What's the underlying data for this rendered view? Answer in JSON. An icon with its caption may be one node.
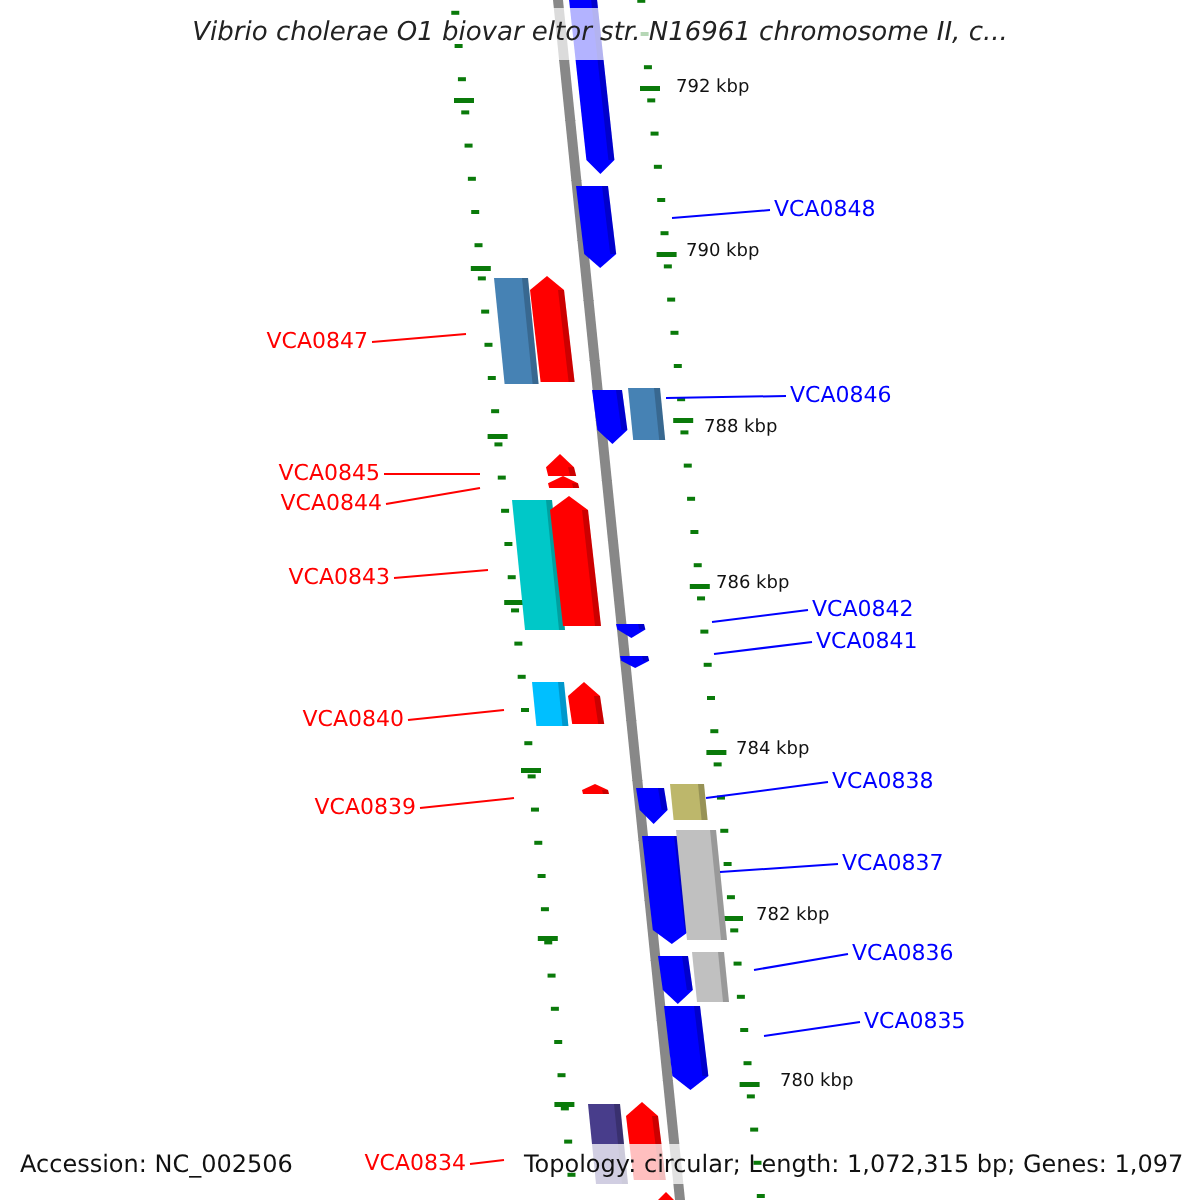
{
  "diagram": {
    "title": "Vibrio cholerae O1 biovar eltor str. N16961 chromosome II, c...",
    "nodes": [
      {
        "text": [
          "VCA0848"
        ]
      },
      {
        "text": [
          "VCA0847"
        ]
      },
      {
        "text": [
          "VCA0846"
        ]
      },
      {
        "text": [
          "VCA0845"
        ]
      },
      {
        "text": [
          "VCA0844"
        ]
      },
      {
        "text": [
          "VCA0843"
        ]
      },
      {
        "text": [
          "VCA0842"
        ]
      },
      {
        "text": [
          "VCA0841"
        ]
      },
      {
        "text": [
          "VCA0840"
        ]
      },
      {
        "text": [
          "VCA0839"
        ]
      },
      {
        "text": [
          "VCA0838"
        ]
      },
      {
        "text": [
          "VCA0837"
        ]
      },
      {
        "text": [
          "VCA0836"
        ]
      },
      {
        "text": [
          "VCA0835"
        ]
      },
      {
        "text": [
          "VCA0834"
        ]
      },
      {
        "text": [],
        "shape": "box"
      },
      {
        "text": [],
        "shape": "box"
      },
      {
        "text": [],
        "shape": "box"
      }
    ],
    "edges": [
      {
        "from": 0,
        "to": null,
        "arrow": "none"
      },
      {
        "from": 1,
        "to": null,
        "arrow": "none",
        "color": "#ff0000"
      },
      {
        "from": 2,
        "to": 15,
        "arrow": "none"
      },
      {
        "from": 3,
        "to": null,
        "arrow": "none",
        "color": "#ff0000"
      },
      {
        "from": 4,
        "to": null,
        "arrow": "none",
        "color": "#ff0000"
      },
      {
        "from": 5,
        "to": null,
        "arrow": "none",
        "color": "#ff0000"
      },
      {
        "from": 6,
        "to": null,
        "arrow": "none"
      },
      {
        "from": 7,
        "to": null,
        "arrow": "none"
      },
      {
        "from": 8,
        "to": null,
        "arrow": "none",
        "color": "#ff0000"
      },
      {
        "from": 9,
        "to": null,
        "arrow": "none",
        "color": "#ff0000"
      },
      {
        "from": 10,
        "to": 17,
        "arrow": "none"
      },
      {
        "from": 11,
        "to": 16,
        "arrow": "none"
      },
      {
        "from": 12,
        "to": null,
        "arrow": "none"
      },
      {
        "from": 13,
        "to": null,
        "arrow": "none"
      },
      {
        "from": 14,
        "to": null,
        "arrow": "none",
        "color": "#ff0000"
      }
    ],
    "labels": [
      "792 kbp",
      "790 kbp",
      "788 kbp",
      "786 kbp",
      "784 kbp",
      "782 kbp",
      "780 kbp",
      "Accession: NC_002506",
      "Topology: circular; Length: 1,072,315 bp; Genes: 1,097"
    ]
  }
}
